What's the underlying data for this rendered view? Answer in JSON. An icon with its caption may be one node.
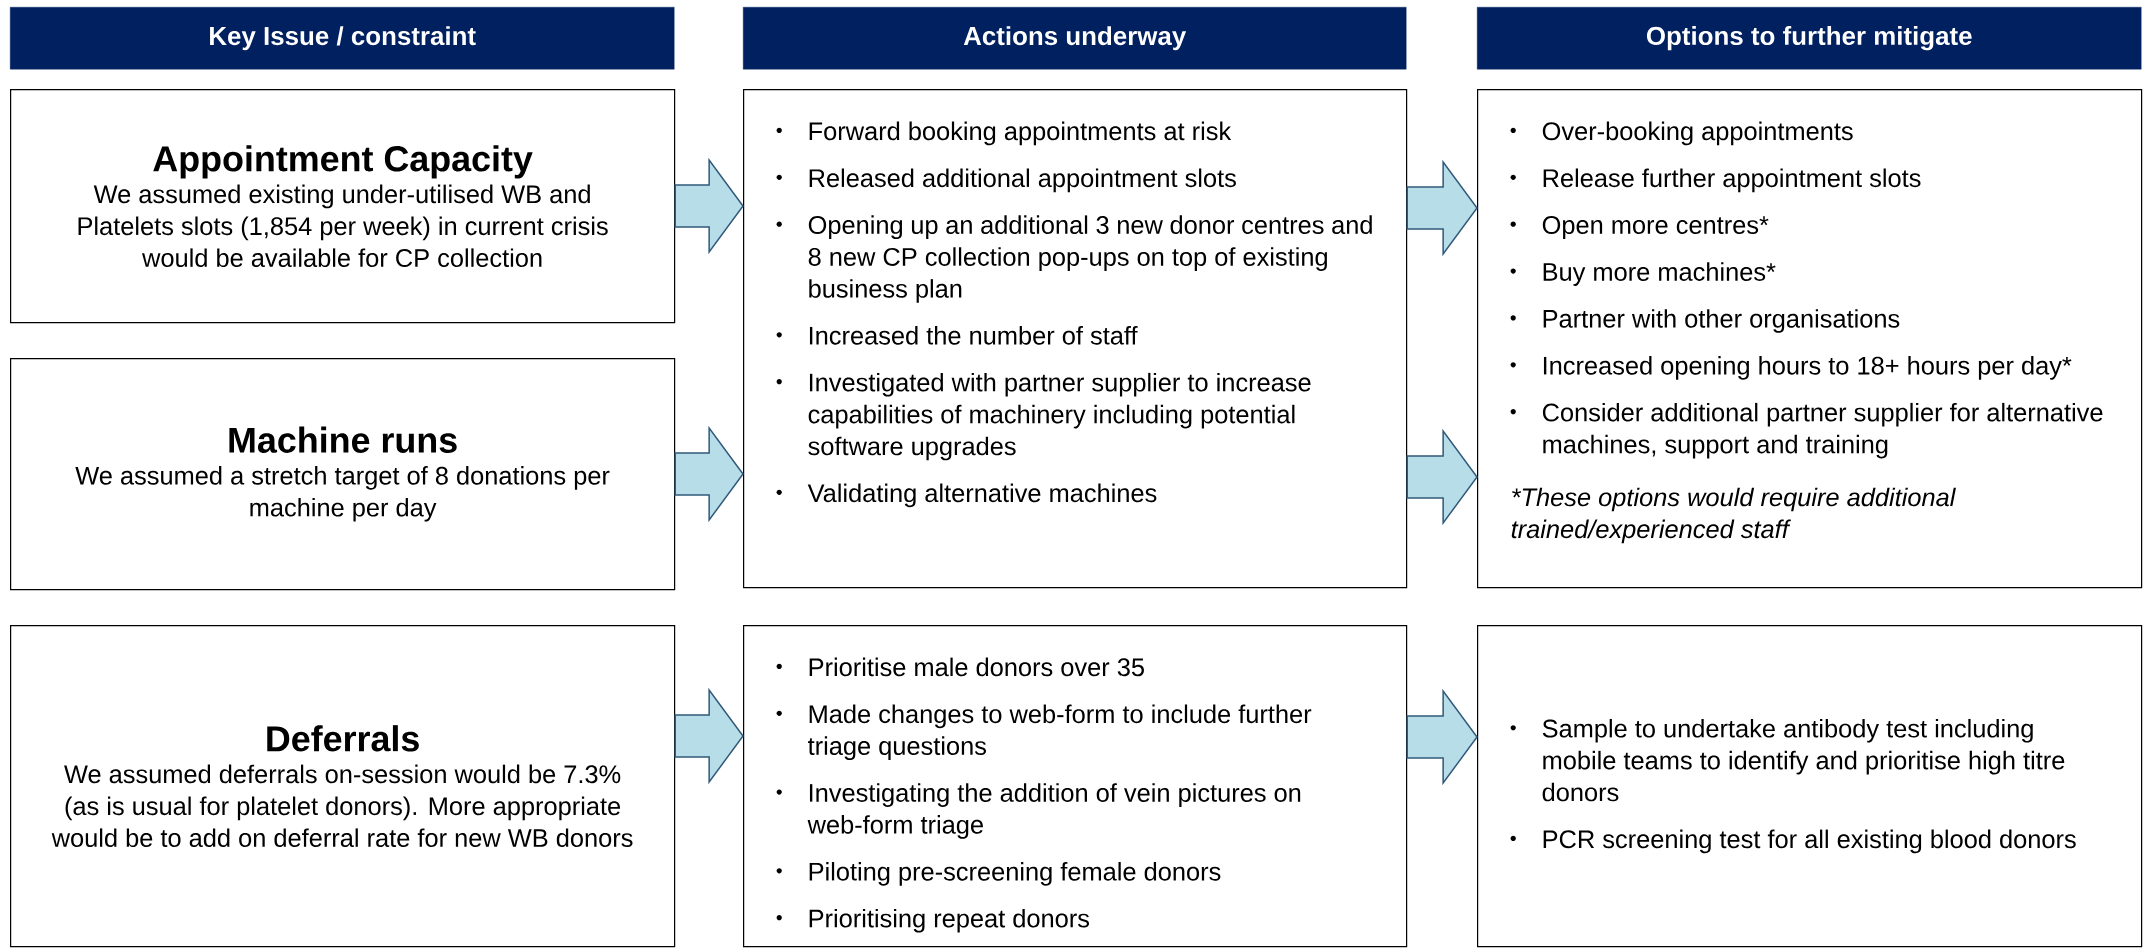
{
  "diagram": {
    "nodes": [
      {
        "text": [
          "Key Issue / constraint"
        ]
      },
      {
        "text": [
          "Actions underway"
        ]
      },
      {
        "text": [
          "Options to further mitigate"
        ]
      },
      {
        "text": [
          "Appointment Capacity",
          "We assumed existing under-utilised WB and Platelets slots (1,854 per week) in current crisis would be available for CP collection"
        ]
      },
      {
        "text": [
          "Machine runs",
          "We assumed a stretch target of 8 donations per machine per day"
        ]
      },
      {
        "text": [
          "Forward booking appointments at risk",
          "Released additional appointment slots",
          "Opening up an additional 3 new donor centres and 8 new CP collection pop-ups on top of existing business plan",
          "Increased the number of staff",
          "Investigated with partner supplier to increase capabilities of machinery including potential software upgrades",
          "Validating alternative machines"
        ]
      },
      {
        "text": [
          "Over-booking appointments",
          "Release further appointment slots",
          "Open more centres*",
          "Buy more machines*",
          "Partner with other organisations",
          "Increased opening hours to 18+ hours per day*",
          "Consider additional partner supplier for alternative machines, support and training",
          "*These options would require additional trained/experienced staff"
        ]
      },
      {
        "text": [
          "Deferrals",
          "We assumed deferrals on-session would be 7.3% (as is usual for platelet donors). More appropriate would be to add on deferral rate for new WB donors"
        ]
      },
      {
        "text": [
          "Prioritise male donors over 35",
          "Made changes to web-form to include further triage questions",
          "Investigating the addition of vein pictures on web-form triage",
          "Piloting pre-screening female donors",
          "Prioritising repeat donors"
        ]
      },
      {
        "text": [
          "Sample to undertake antibody test including mobile teams to identify and prioritise high titre donors",
          "PCR screening test for all existing blood donors"
        ]
      }
    ],
    "edges": [
      {
        "from": 3,
        "to": 5,
        "arrow": "to"
      },
      {
        "from": 4,
        "to": 5,
        "arrow": "to"
      },
      {
        "from": 5,
        "to": 6,
        "arrow": "to"
      },
      {
        "from": 5,
        "to": 6,
        "arrow": "to"
      },
      {
        "from": 7,
        "to": 8,
        "arrow": "to"
      },
      {
        "from": 8,
        "to": 9,
        "arrow": "to"
      }
    ]
  }
}
